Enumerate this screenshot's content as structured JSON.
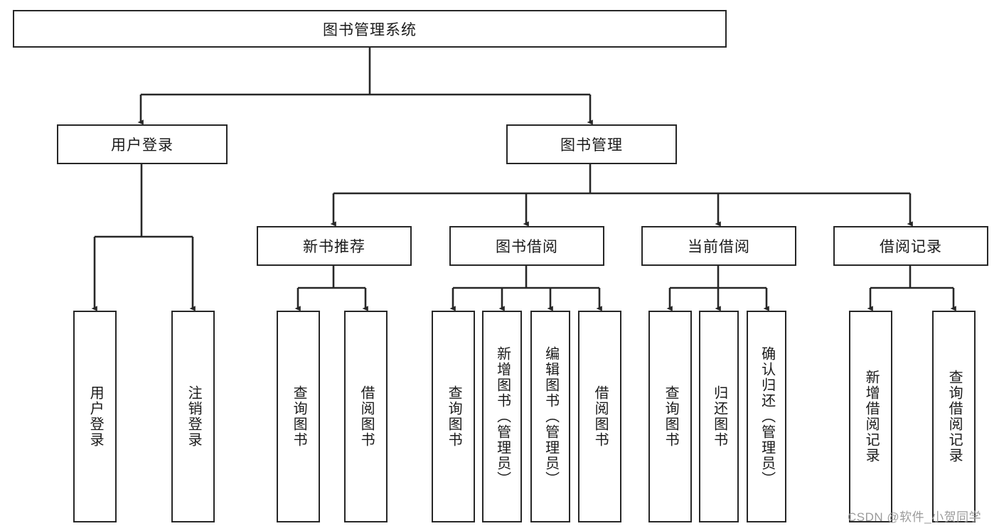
{
  "diagram": {
    "type": "tree",
    "title": "图书管理系统",
    "root": {
      "label": "图书管理系统"
    },
    "level1": [
      {
        "label": "用户登录"
      },
      {
        "label": "图书管理"
      }
    ],
    "level2": [
      {
        "label": "新书推荐"
      },
      {
        "label": "图书借阅"
      },
      {
        "label": "当前借阅"
      },
      {
        "label": "借阅记录"
      }
    ],
    "leaves": {
      "user_login": [
        {
          "label": "用户登录"
        },
        {
          "label": "注销登录"
        }
      ],
      "new_book_recommend": [
        {
          "label": "查询图书"
        },
        {
          "label": "借阅图书"
        }
      ],
      "book_borrow": [
        {
          "label": "查询图书"
        },
        {
          "label": "新增图书（管理员）"
        },
        {
          "label": "编辑图书（管理员）"
        },
        {
          "label": "借阅图书"
        }
      ],
      "current_borrow": [
        {
          "label": "查询图书"
        },
        {
          "label": "归还图书"
        },
        {
          "label": "确认归还（管理员）"
        }
      ],
      "borrow_records": [
        {
          "label": "新增借阅记录"
        },
        {
          "label": "查询借阅记录"
        }
      ]
    }
  },
  "watermark": {
    "text": "CSDN @软件_小贺同学"
  },
  "colors": {
    "border": "#272727",
    "text": "#1a1a1a",
    "background": "#ffffff",
    "watermark": "#9b9b9b"
  }
}
